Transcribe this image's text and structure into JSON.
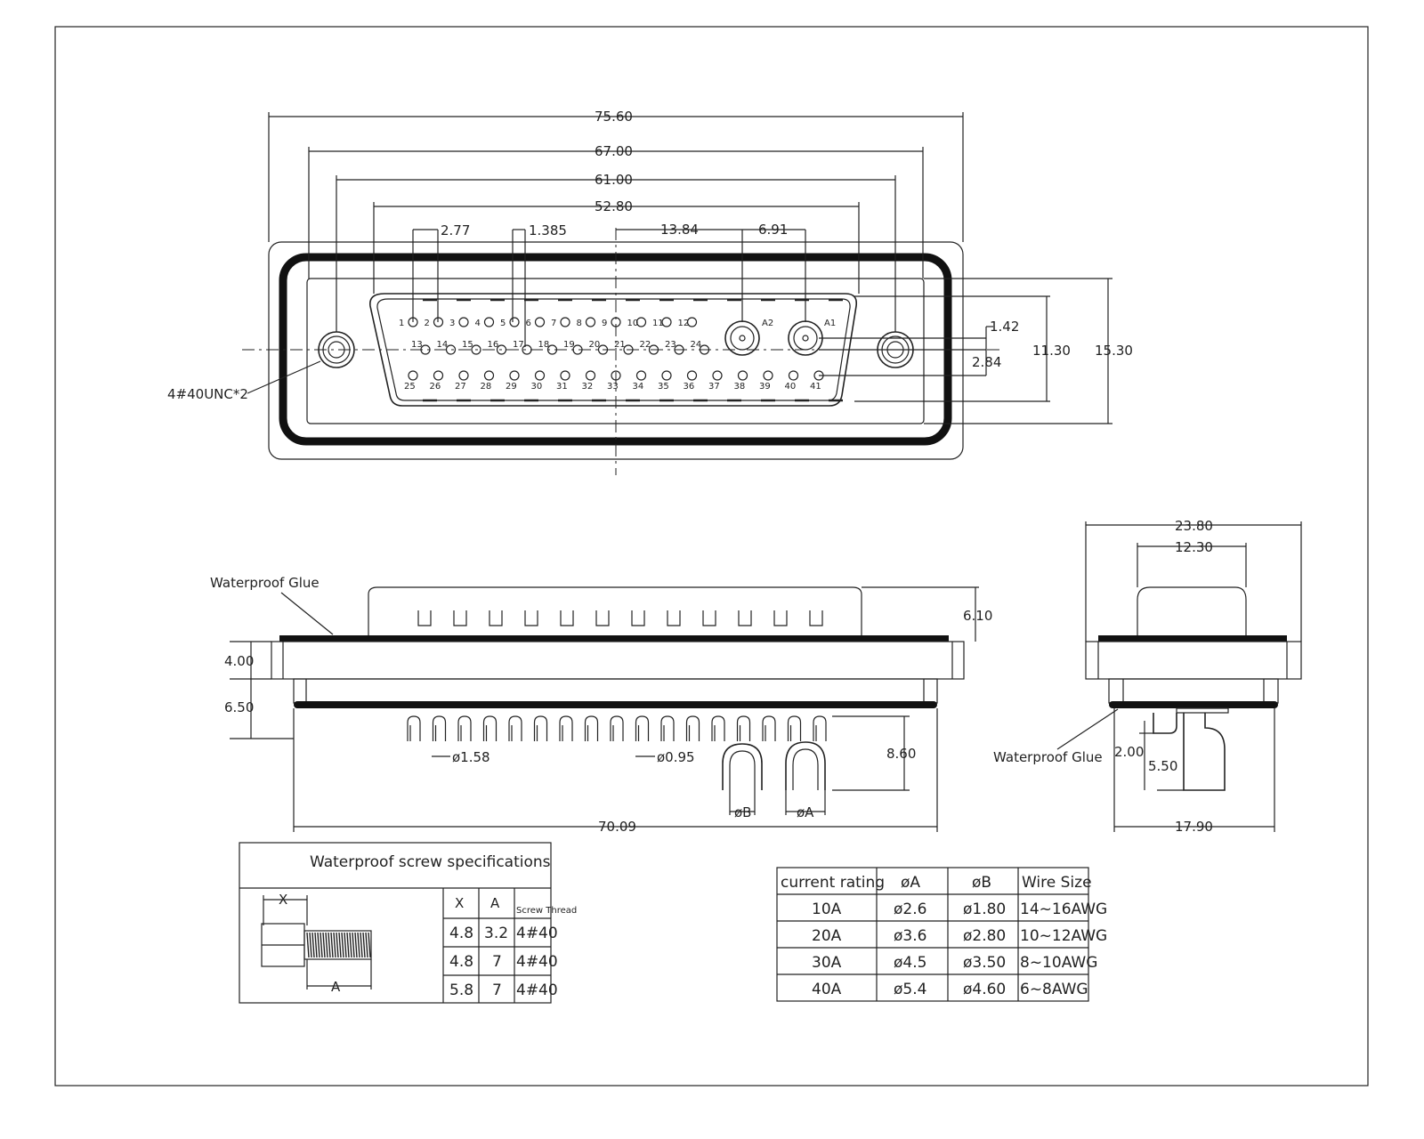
{
  "top_view": {
    "dims": {
      "d1": "75.60",
      "d2": "67.00",
      "d3": "61.00",
      "d4": "52.80",
      "pitch": "2.77",
      "half_pitch": "1.385",
      "coax_offset": "13.84",
      "coax_pitch": "6.91",
      "h_inner": "11.30",
      "h_outer": "15.30",
      "row_offset_1": "1.42",
      "row_offset_2": "2.84"
    },
    "screw_label": "4#40UNC*2",
    "row1": [
      "1",
      "2",
      "3",
      "4",
      "5",
      "6",
      "7",
      "8",
      "9",
      "10",
      "11",
      "12"
    ],
    "row2": [
      "13",
      "14",
      "15",
      "16",
      "17",
      "18",
      "19",
      "20",
      "21",
      "22",
      "23",
      "24"
    ],
    "row3": [
      "25",
      "26",
      "27",
      "28",
      "29",
      "30",
      "31",
      "32",
      "33",
      "34",
      "35",
      "36",
      "37",
      "38",
      "39",
      "40",
      "41"
    ],
    "coax_labels": [
      "A2",
      "A1"
    ]
  },
  "side_view": {
    "glue_label": "Waterproof Glue",
    "dims": {
      "d_top": "6.10",
      "d_flange": "4.00",
      "d_body": "6.50",
      "d_pin": "8.60",
      "d_width": "70.09",
      "pin_dia_1": "ø1.58",
      "pin_dia_2": "ø0.95",
      "dia_b": "øB",
      "dia_a": "øA"
    }
  },
  "end_view": {
    "glue_label": "Waterproof Glue",
    "dims": {
      "d_w1": "23.80",
      "d_w2": "12.30",
      "d_w3": "17.90",
      "d_h1": "2.00",
      "d_h2": "5.50"
    }
  },
  "screw_table": {
    "title": "Waterproof screw specifications",
    "x_label": "X",
    "a_label": "A",
    "headers": [
      "X",
      "A",
      "Screw Thread"
    ],
    "rows": [
      [
        "4.8",
        "3.2",
        "4#40"
      ],
      [
        "4.8",
        "7",
        "4#40"
      ],
      [
        "5.8",
        "7",
        "4#40"
      ]
    ]
  },
  "rating_table": {
    "headers": [
      "current rating",
      "øA",
      "øB",
      "Wire Size"
    ],
    "rows": [
      [
        "10A",
        "ø2.6",
        "ø1.80",
        "14~16AWG"
      ],
      [
        "20A",
        "ø3.6",
        "ø2.80",
        "10~12AWG"
      ],
      [
        "30A",
        "ø4.5",
        "ø3.50",
        "8~10AWG"
      ],
      [
        "40A",
        "ø5.4",
        "ø4.60",
        "6~8AWG"
      ]
    ]
  }
}
